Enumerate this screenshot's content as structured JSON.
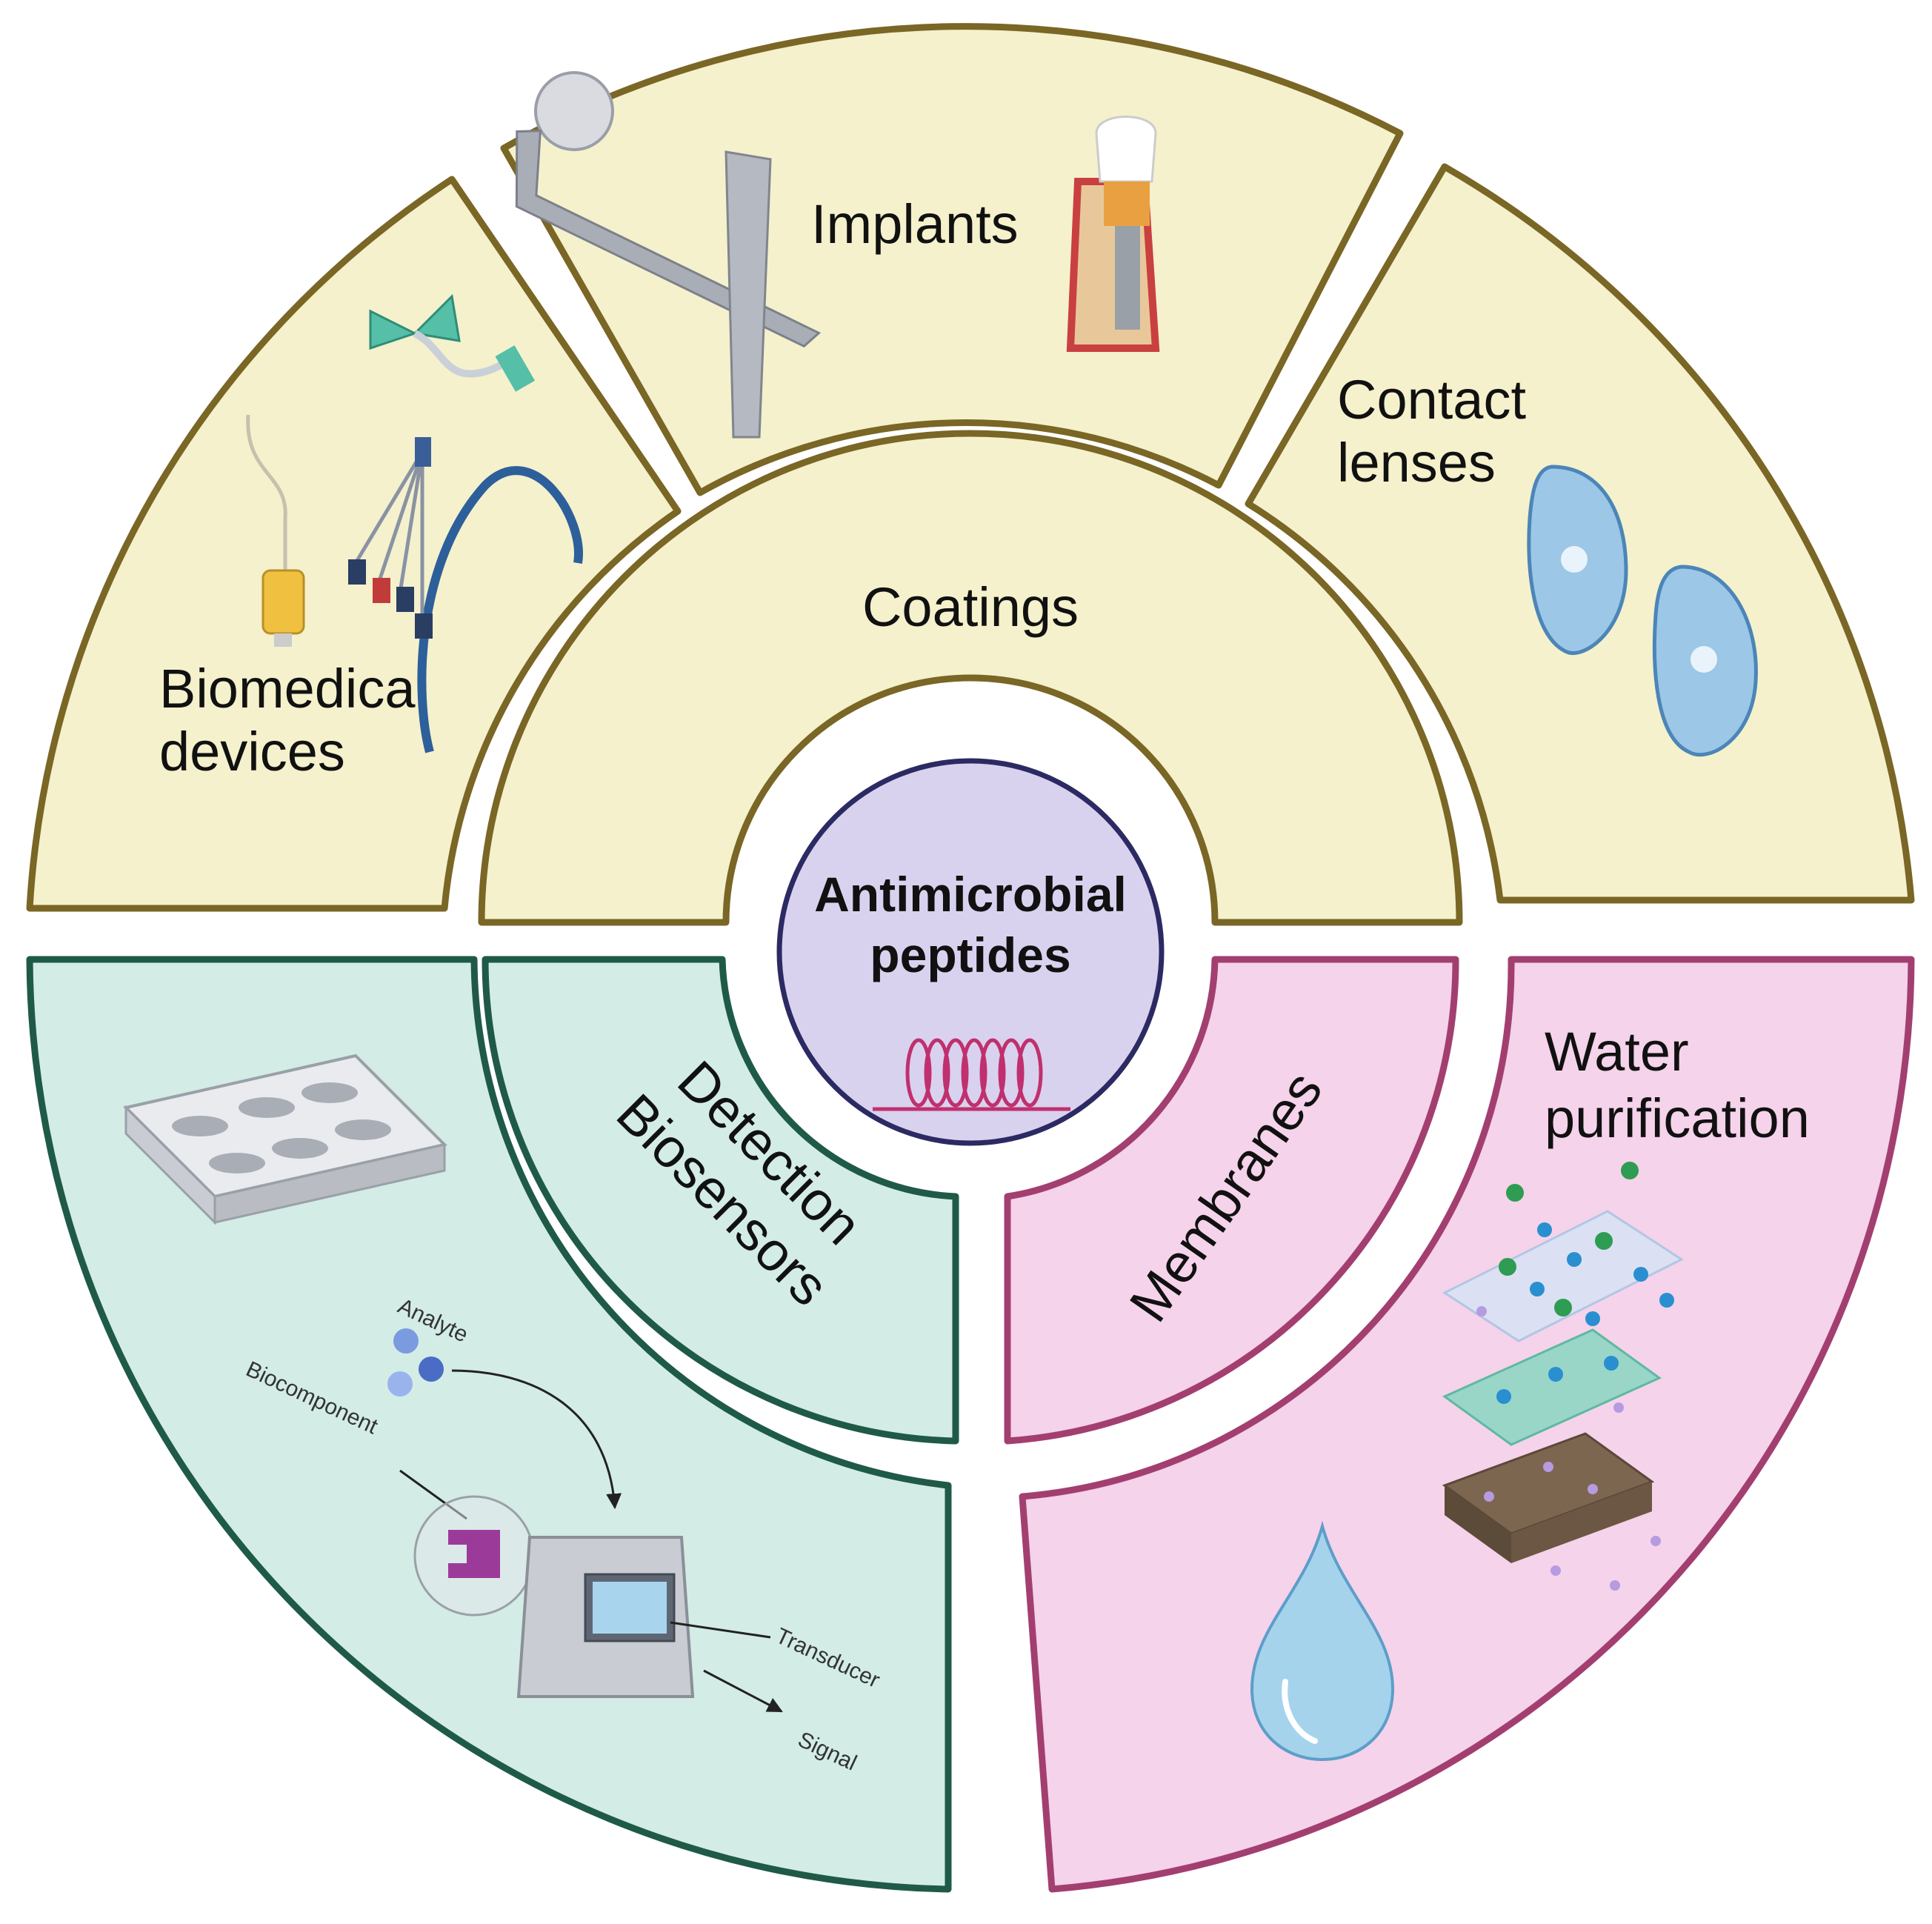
{
  "center": {
    "line1": "Antimicrobial",
    "line2": "peptides"
  },
  "inner_ring": {
    "coatings": "Coatings",
    "biosensors_line1": "Detection",
    "biosensors_line2": "Biosensors",
    "membranes": "Membranes"
  },
  "outer_ring": {
    "biomedical_line1": "Biomedical",
    "biomedical_line2": "devices",
    "implants": "Implants",
    "contact_line1": "Contact",
    "contact_line2": "lenses",
    "water_line1": "Water",
    "water_line2": "purification"
  },
  "biosensor_parts": {
    "analyte": "Analyte",
    "biocomponent": "Biocomponent",
    "transducer": "Transducer",
    "signal": "Signal"
  },
  "colors": {
    "coatings_fill": "#f4f1cc",
    "coatings_stroke": "#7a6625",
    "biosensors_fill": "#d3ece6",
    "biosensors_stroke": "#1f5a48",
    "membranes_fill": "#f5d3ea",
    "membranes_stroke": "#a33f70",
    "center_fill": "#d9d2ef",
    "center_stroke": "#2c2a63",
    "peptide": "#c0306e"
  }
}
